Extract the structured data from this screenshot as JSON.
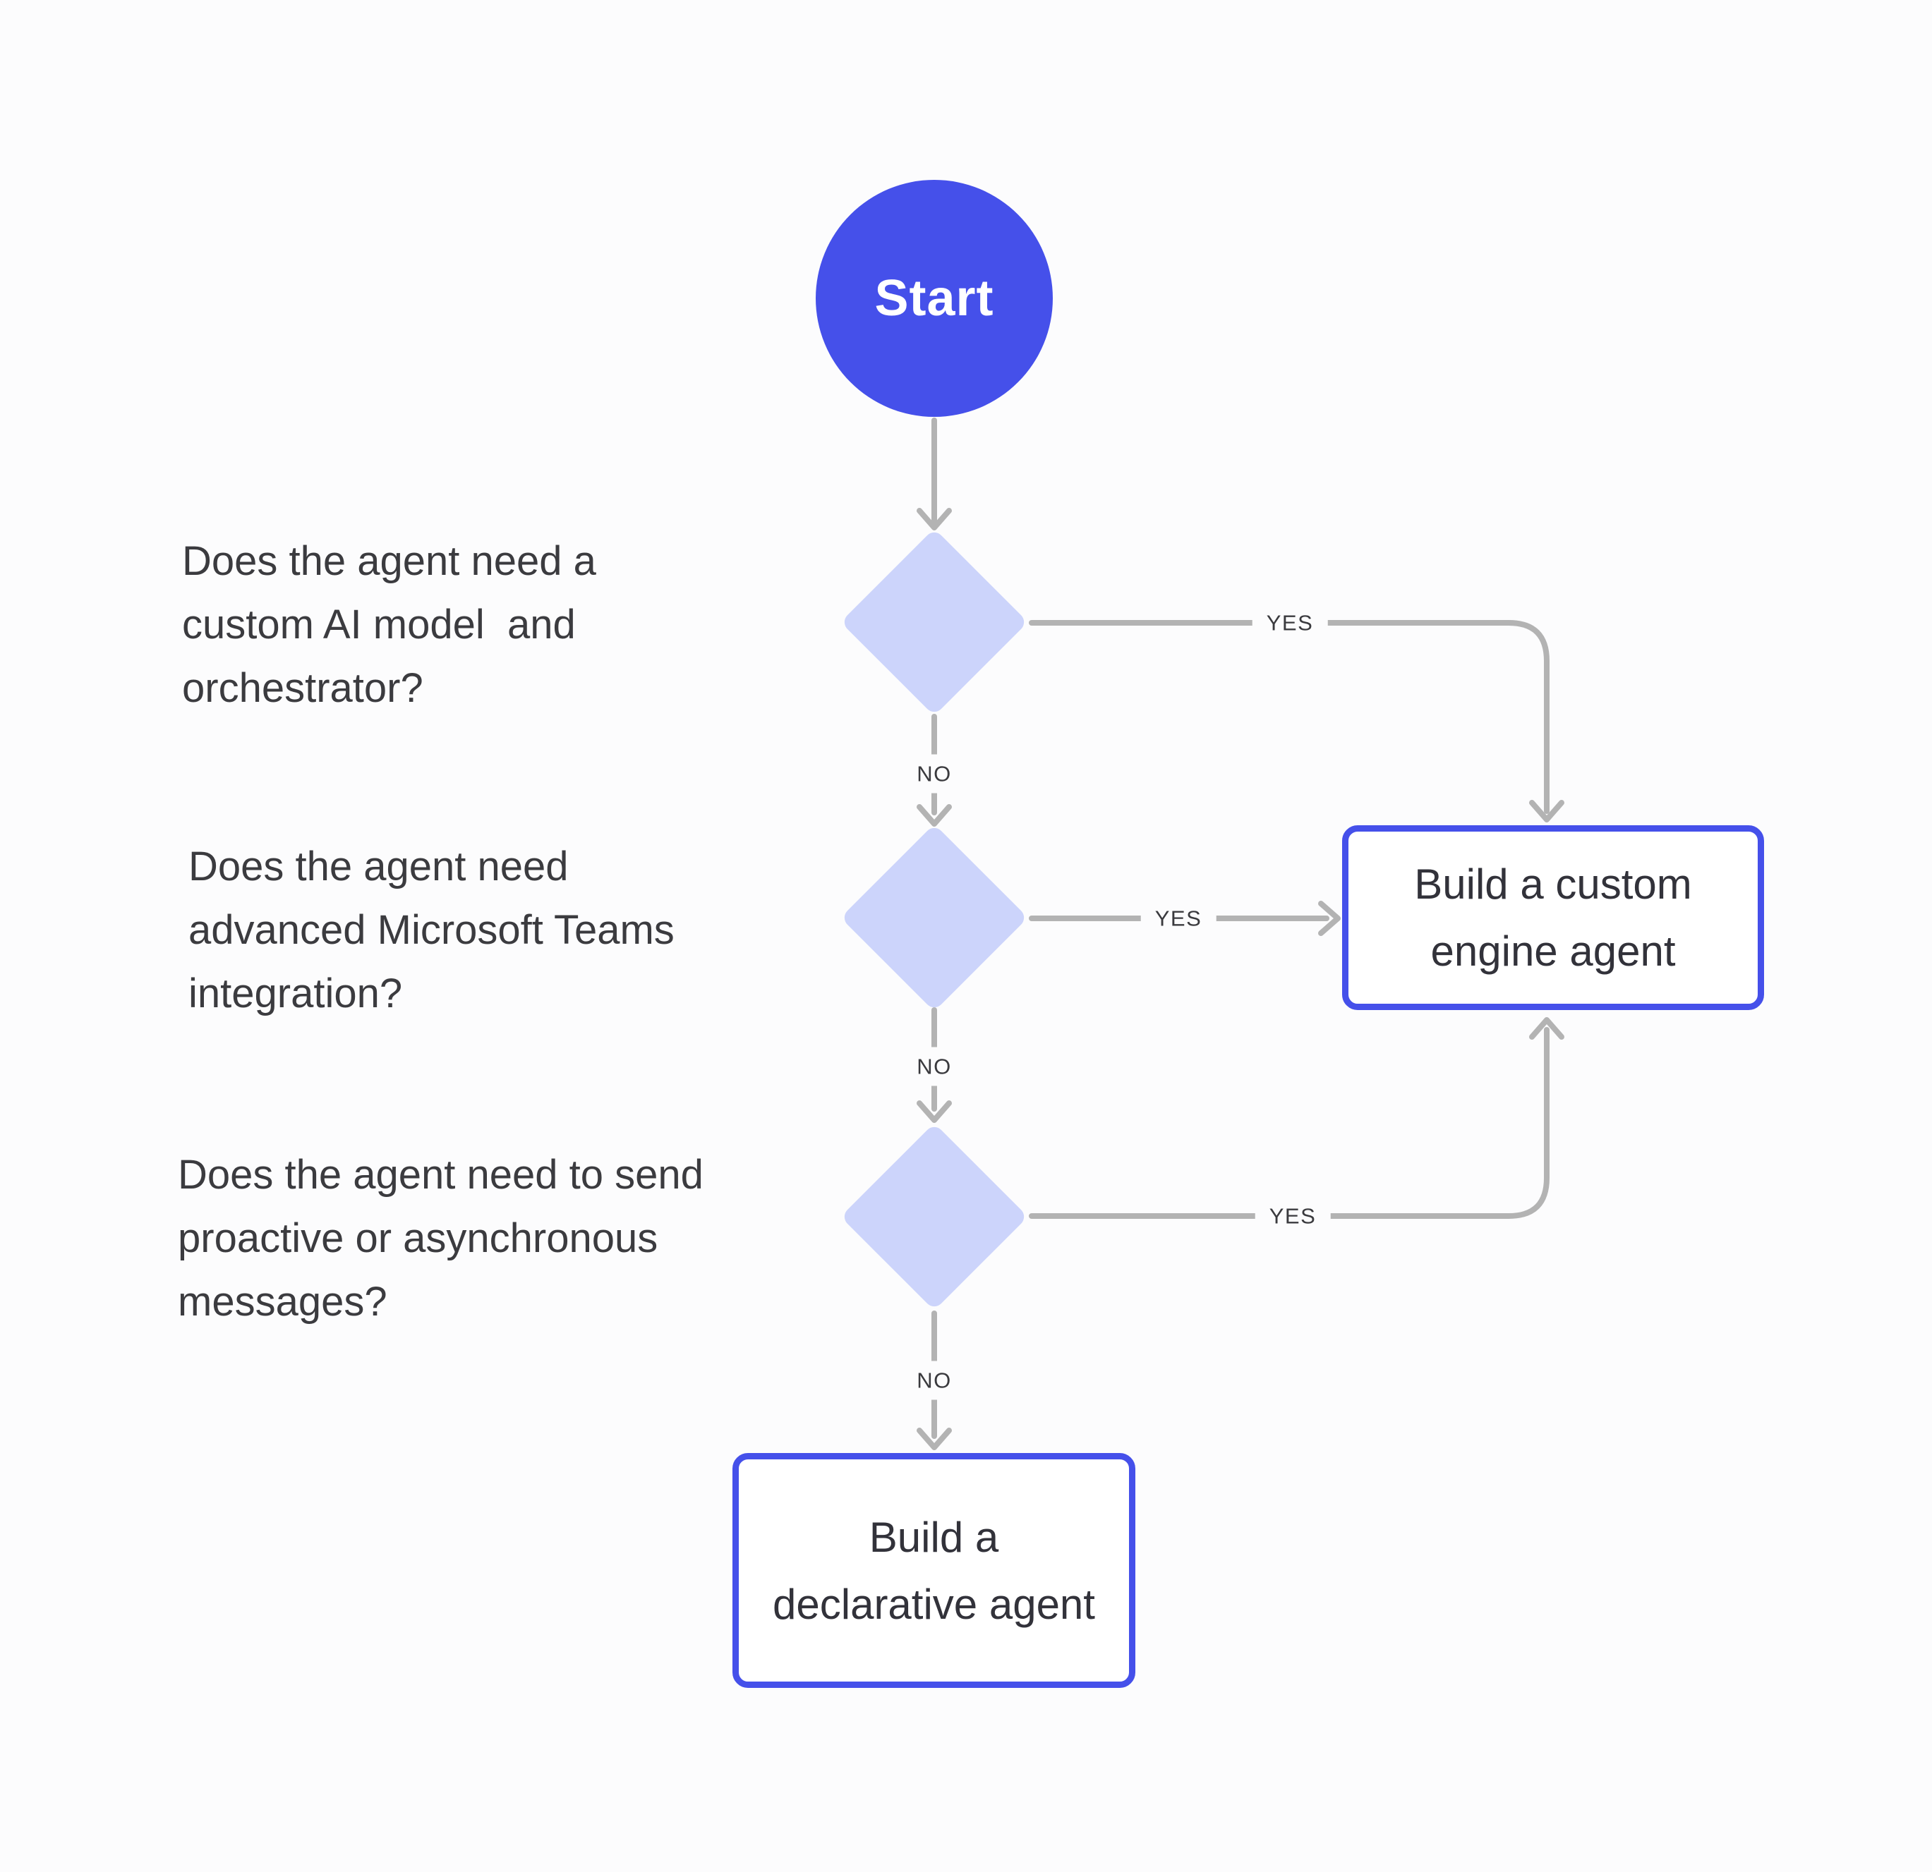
{
  "colors": {
    "accent": "#4550ea",
    "diamond_fill": "#ccd4fb",
    "connector_gray": "#b3b3b3",
    "background": "#fcfcfd"
  },
  "start": {
    "label": "Start"
  },
  "decisions": [
    {
      "question_lines": [
        "Does the agent need a",
        "custom AI model  and",
        "orchestrator?"
      ],
      "yes": "YES",
      "no": "NO"
    },
    {
      "question_lines": [
        "Does the agent need",
        "advanced Microsoft Teams",
        "integration?"
      ],
      "yes": "YES",
      "no": "NO"
    },
    {
      "question_lines": [
        "Does the agent need to send",
        "proactive or asynchronous",
        "messages?"
      ],
      "yes": "YES",
      "no": "NO"
    }
  ],
  "outcomes": {
    "custom_engine": {
      "lines": [
        "Build a custom",
        "engine agent"
      ]
    },
    "declarative": {
      "lines": [
        "Build a",
        "declarative agent"
      ]
    }
  }
}
